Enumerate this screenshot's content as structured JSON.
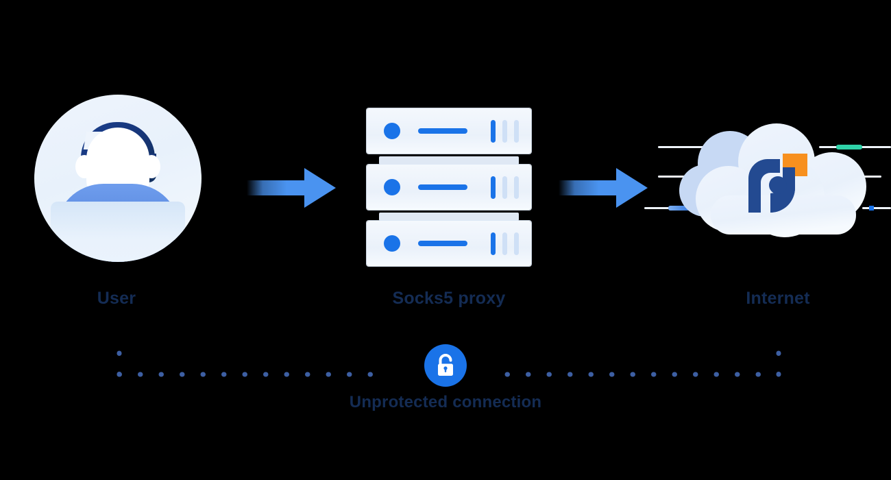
{
  "diagram": {
    "title": "Socks5 proxy unprotected connection flow",
    "background_color": "#000000",
    "label_color": "#142c54",
    "accent_blue": "#1a73e8",
    "arrow_blue": "#4a93f0",
    "logo_navy": "#234a91",
    "logo_orange": "#f7901e",
    "teal_accent": "#2fd2a8"
  },
  "nodes": [
    {
      "id": "user",
      "label": "User",
      "icon": "user-avatar-icon"
    },
    {
      "id": "proxy",
      "label": "Socks5 proxy",
      "icon": "server-rack-icon"
    },
    {
      "id": "internet",
      "label": "Internet",
      "icon": "cloud-icon"
    }
  ],
  "labels": {
    "user": "User",
    "proxy": "Socks5 proxy",
    "internet": "Internet",
    "connection": "Unprotected connection"
  },
  "arrows": [
    {
      "id": "arrow-user-to-proxy",
      "from": "user",
      "to": "proxy",
      "direction": "right",
      "color": "#4a93f0"
    },
    {
      "id": "arrow-proxy-to-internet",
      "from": "proxy",
      "to": "internet",
      "direction": "right",
      "color": "#4a93f0"
    }
  ],
  "connection": {
    "label": "Unprotected connection",
    "badge_icon": "unlocked-padlock-icon",
    "badge_color": "#1a73e8",
    "line_style": "dotted",
    "line_color": "#3d5fa3",
    "spans_from": "user",
    "spans_to": "internet"
  },
  "server": {
    "units": 3,
    "unit_icons": [
      "status-dot-icon",
      "status-bar-icon",
      "drive-sticks-icon"
    ]
  },
  "cloud": {
    "logo": "proxy-brand-logo-icon",
    "decor_segments": [
      {
        "id": "deco-teal",
        "color": "#2fd2a8"
      },
      {
        "id": "deco-blue",
        "color": "#3a7fe0"
      },
      {
        "id": "deco-square",
        "color": "#1a73e8"
      }
    ]
  }
}
